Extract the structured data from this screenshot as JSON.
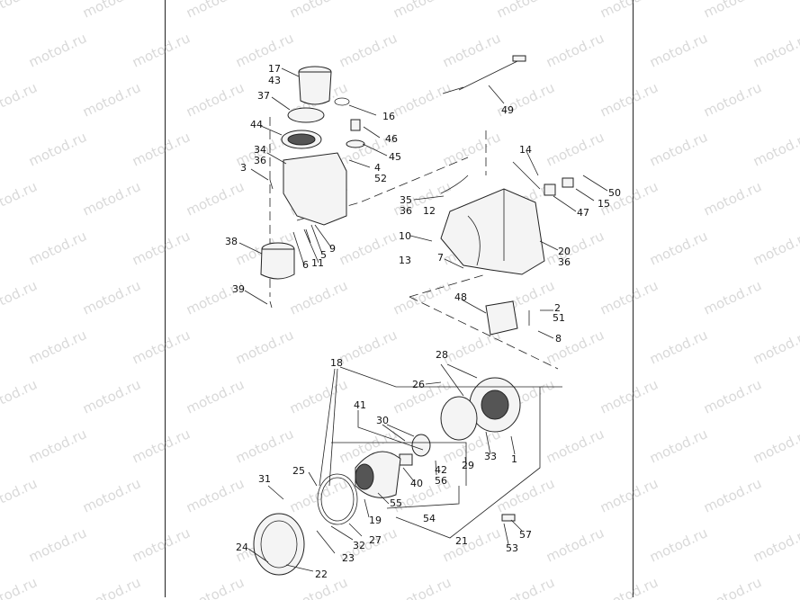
{
  "watermark": "motod.ru",
  "callouts": [
    "17",
    "43",
    "37",
    "16",
    "44",
    "46",
    "45",
    "34",
    "36",
    "4",
    "52",
    "3",
    "38",
    "6",
    "11",
    "5",
    "9",
    "39",
    "49",
    "14",
    "35",
    "36",
    "12",
    "50",
    "15",
    "47",
    "10",
    "13",
    "7",
    "20",
    "36",
    "48",
    "2",
    "51",
    "8",
    "18",
    "28",
    "26",
    "41",
    "30",
    "29",
    "33",
    "1",
    "25",
    "42",
    "56",
    "40",
    "55",
    "31",
    "19",
    "54",
    "27",
    "32",
    "23",
    "21",
    "57",
    "53",
    "24",
    "22"
  ]
}
